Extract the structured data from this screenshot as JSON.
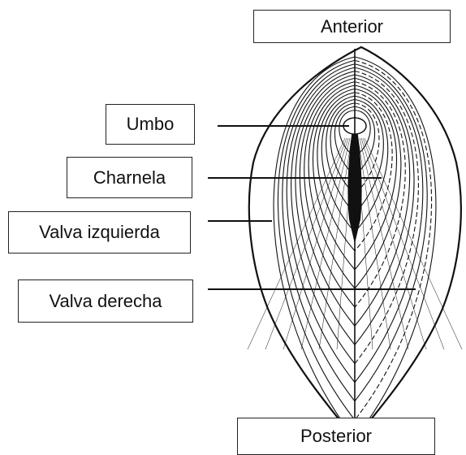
{
  "labels": {
    "anterior": "Anterior",
    "umbo": "Umbo",
    "charnela": "Charnela",
    "valva_izquierda": "Valva izquierda",
    "valva_derecha": "Valva derecha",
    "posterior": "Posterior"
  },
  "colors": {
    "line": "#111111",
    "box_border": "#222222"
  }
}
